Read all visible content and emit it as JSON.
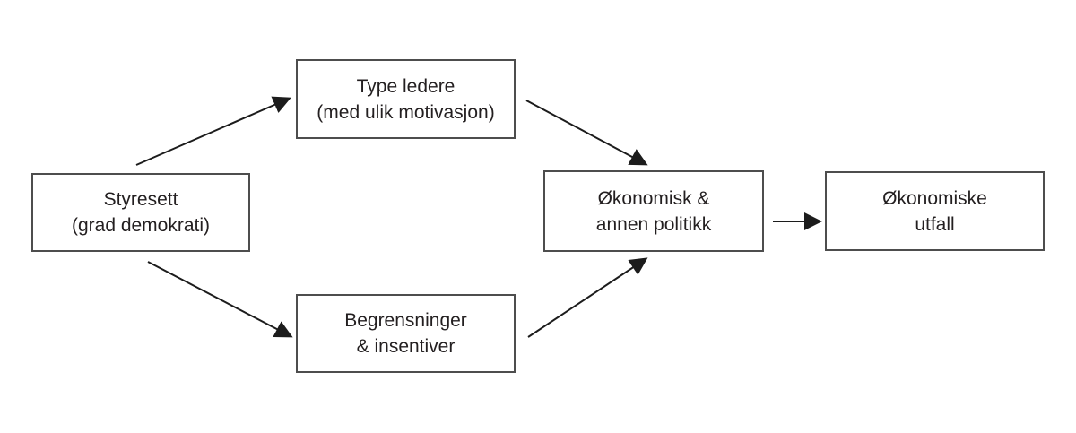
{
  "diagram": {
    "title": "Causal flow diagram: governance to economic outcomes (Norwegian)",
    "background_color": "#ffffff",
    "box_border_color": "#4d4d4d",
    "text_color": "#231f20",
    "arrow_color": "#1c1c1c",
    "nodes": {
      "styresett": {
        "line1": "Styresett",
        "line2": "(grad demokrati)"
      },
      "type_ledere": {
        "line1": "Type ledere",
        "line2": "(med ulik motivasjon)"
      },
      "begrensninger": {
        "line1": "Begrensninger",
        "line2": "& insentiver"
      },
      "politikk": {
        "line1": "Økonomisk &",
        "line2": "annen politikk"
      },
      "utfall": {
        "line1": "Økonomiske",
        "line2": "utfall"
      }
    },
    "edges": [
      {
        "from": "styresett",
        "to": "type_ledere"
      },
      {
        "from": "styresett",
        "to": "begrensninger"
      },
      {
        "from": "type_ledere",
        "to": "politikk"
      },
      {
        "from": "begrensninger",
        "to": "politikk"
      },
      {
        "from": "politikk",
        "to": "utfall"
      }
    ]
  }
}
